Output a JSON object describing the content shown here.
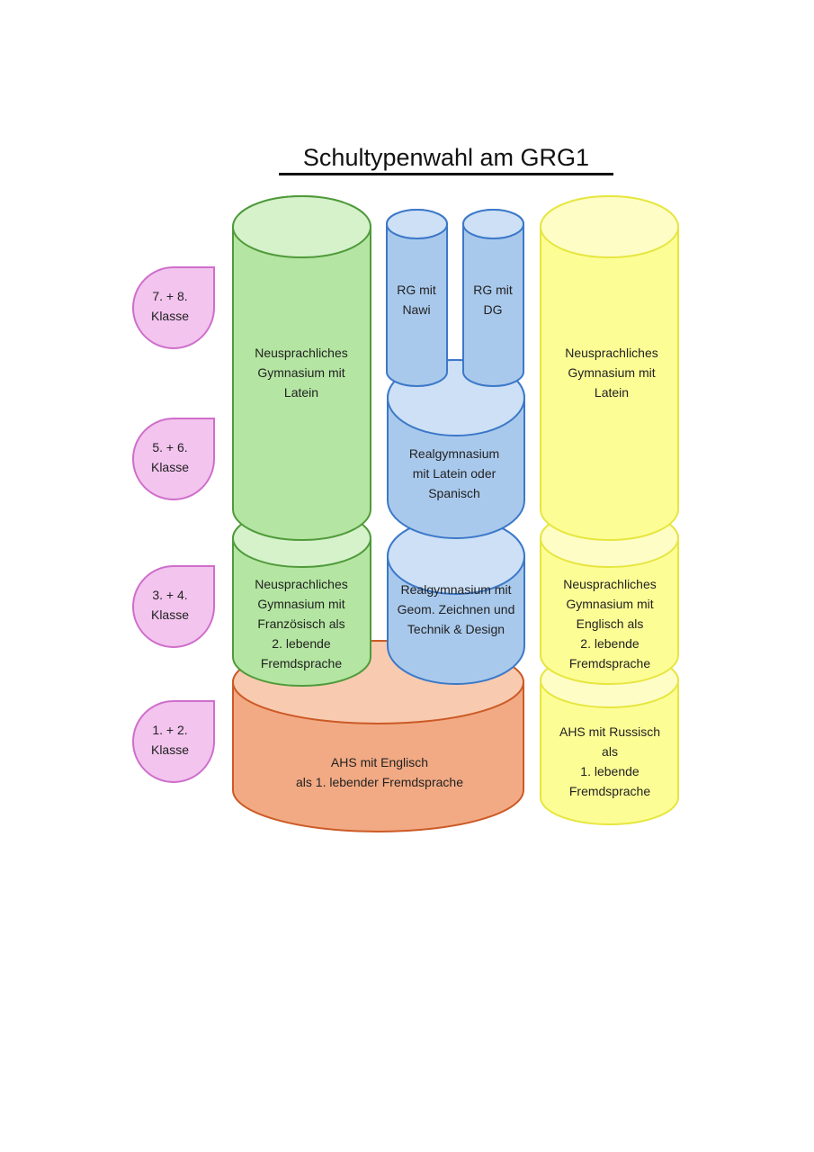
{
  "title": "Schultypenwahl am GRG1",
  "colors": {
    "green_fill": "#b4e5a2",
    "green_top": "#d5f2cb",
    "green_stroke": "#4f9a3a",
    "blue_fill": "#a9c9ec",
    "blue_top": "#cde0f6",
    "blue_stroke": "#3c78c8",
    "yellow_fill": "#fdfd96",
    "yellow_top": "#fffdc6",
    "yellow_stroke": "#e6e640",
    "orange_fill": "#f2aa84",
    "orange_top": "#f8cbb0",
    "orange_stroke": "#cc5a26",
    "pink_fill": "#f2c4ee",
    "pink_stroke": "#cf6ecb"
  },
  "grade_labels": [
    {
      "id": "klasse-7-8",
      "lines": [
        "7. + 8.",
        "Klasse"
      ]
    },
    {
      "id": "klasse-5-6",
      "lines": [
        "5. + 6.",
        "Klasse"
      ]
    },
    {
      "id": "klasse-3-4",
      "lines": [
        "3. + 4.",
        "Klasse"
      ]
    },
    {
      "id": "klasse-1-2",
      "lines": [
        "1. + 2.",
        "Klasse"
      ]
    }
  ],
  "blocks": [
    {
      "id": "green-upper",
      "lines": [
        "Neusprachliches",
        "Gymnasium mit",
        "Latein"
      ]
    },
    {
      "id": "green-lower",
      "lines": [
        "Neusprachliches",
        "Gymnasium mit",
        "Französisch als",
        "2. lebende",
        "Fremdsprache"
      ]
    },
    {
      "id": "rg-nawi",
      "lines": [
        "RG mit",
        "Nawi"
      ]
    },
    {
      "id": "rg-dg",
      "lines": [
        "RG mit",
        "DG"
      ]
    },
    {
      "id": "blue-middle",
      "lines": [
        "Realgymnasium",
        "mit Latein oder",
        "Spanisch"
      ]
    },
    {
      "id": "blue-lower",
      "lines": [
        "Realgymnasium mit",
        "Geom. Zeichnen und",
        "Technik & Design"
      ]
    },
    {
      "id": "orange-base",
      "lines": [
        "AHS mit Englisch",
        "als 1. lebender Fremdsprache"
      ]
    },
    {
      "id": "yellow-upper",
      "lines": [
        "Neusprachliches",
        "Gymnasium mit",
        "Latein"
      ]
    },
    {
      "id": "yellow-middle",
      "lines": [
        "Neusprachliches",
        "Gymnasium mit",
        "Englisch als",
        "2. lebende",
        "Fremdsprache"
      ]
    },
    {
      "id": "yellow-lower",
      "lines": [
        "AHS mit Russisch",
        "als",
        "1. lebende",
        "Fremdsprache"
      ]
    }
  ]
}
